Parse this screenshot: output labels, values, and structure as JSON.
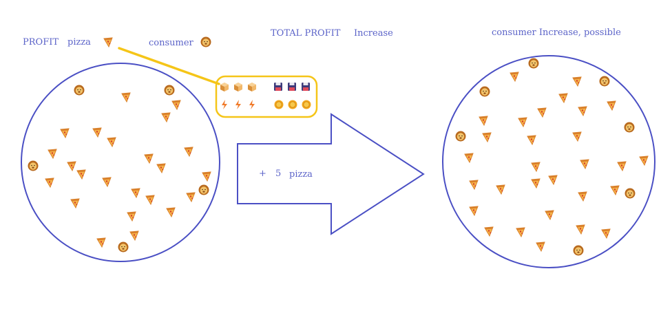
{
  "labels": {
    "profit": "PROFIT",
    "pizza": "pizza",
    "consumer": "consumer",
    "total_profit": "TOTAL PROFIT",
    "increase": "Increase",
    "right_title": "consumer Increase, possible",
    "arrow_plus": "+",
    "arrow_count": "5",
    "arrow_item": "pizza"
  },
  "icons": {
    "pizza": "pizza-icon",
    "consumer": "lion-icon",
    "box": "box-icon",
    "save": "floppy-disk-icon",
    "energy": "lightning-icon",
    "coin": "coin-icon"
  },
  "colors": {
    "accent": "#4a4fc4",
    "text": "#5b63c8",
    "highlight": "#f5c518"
  }
}
